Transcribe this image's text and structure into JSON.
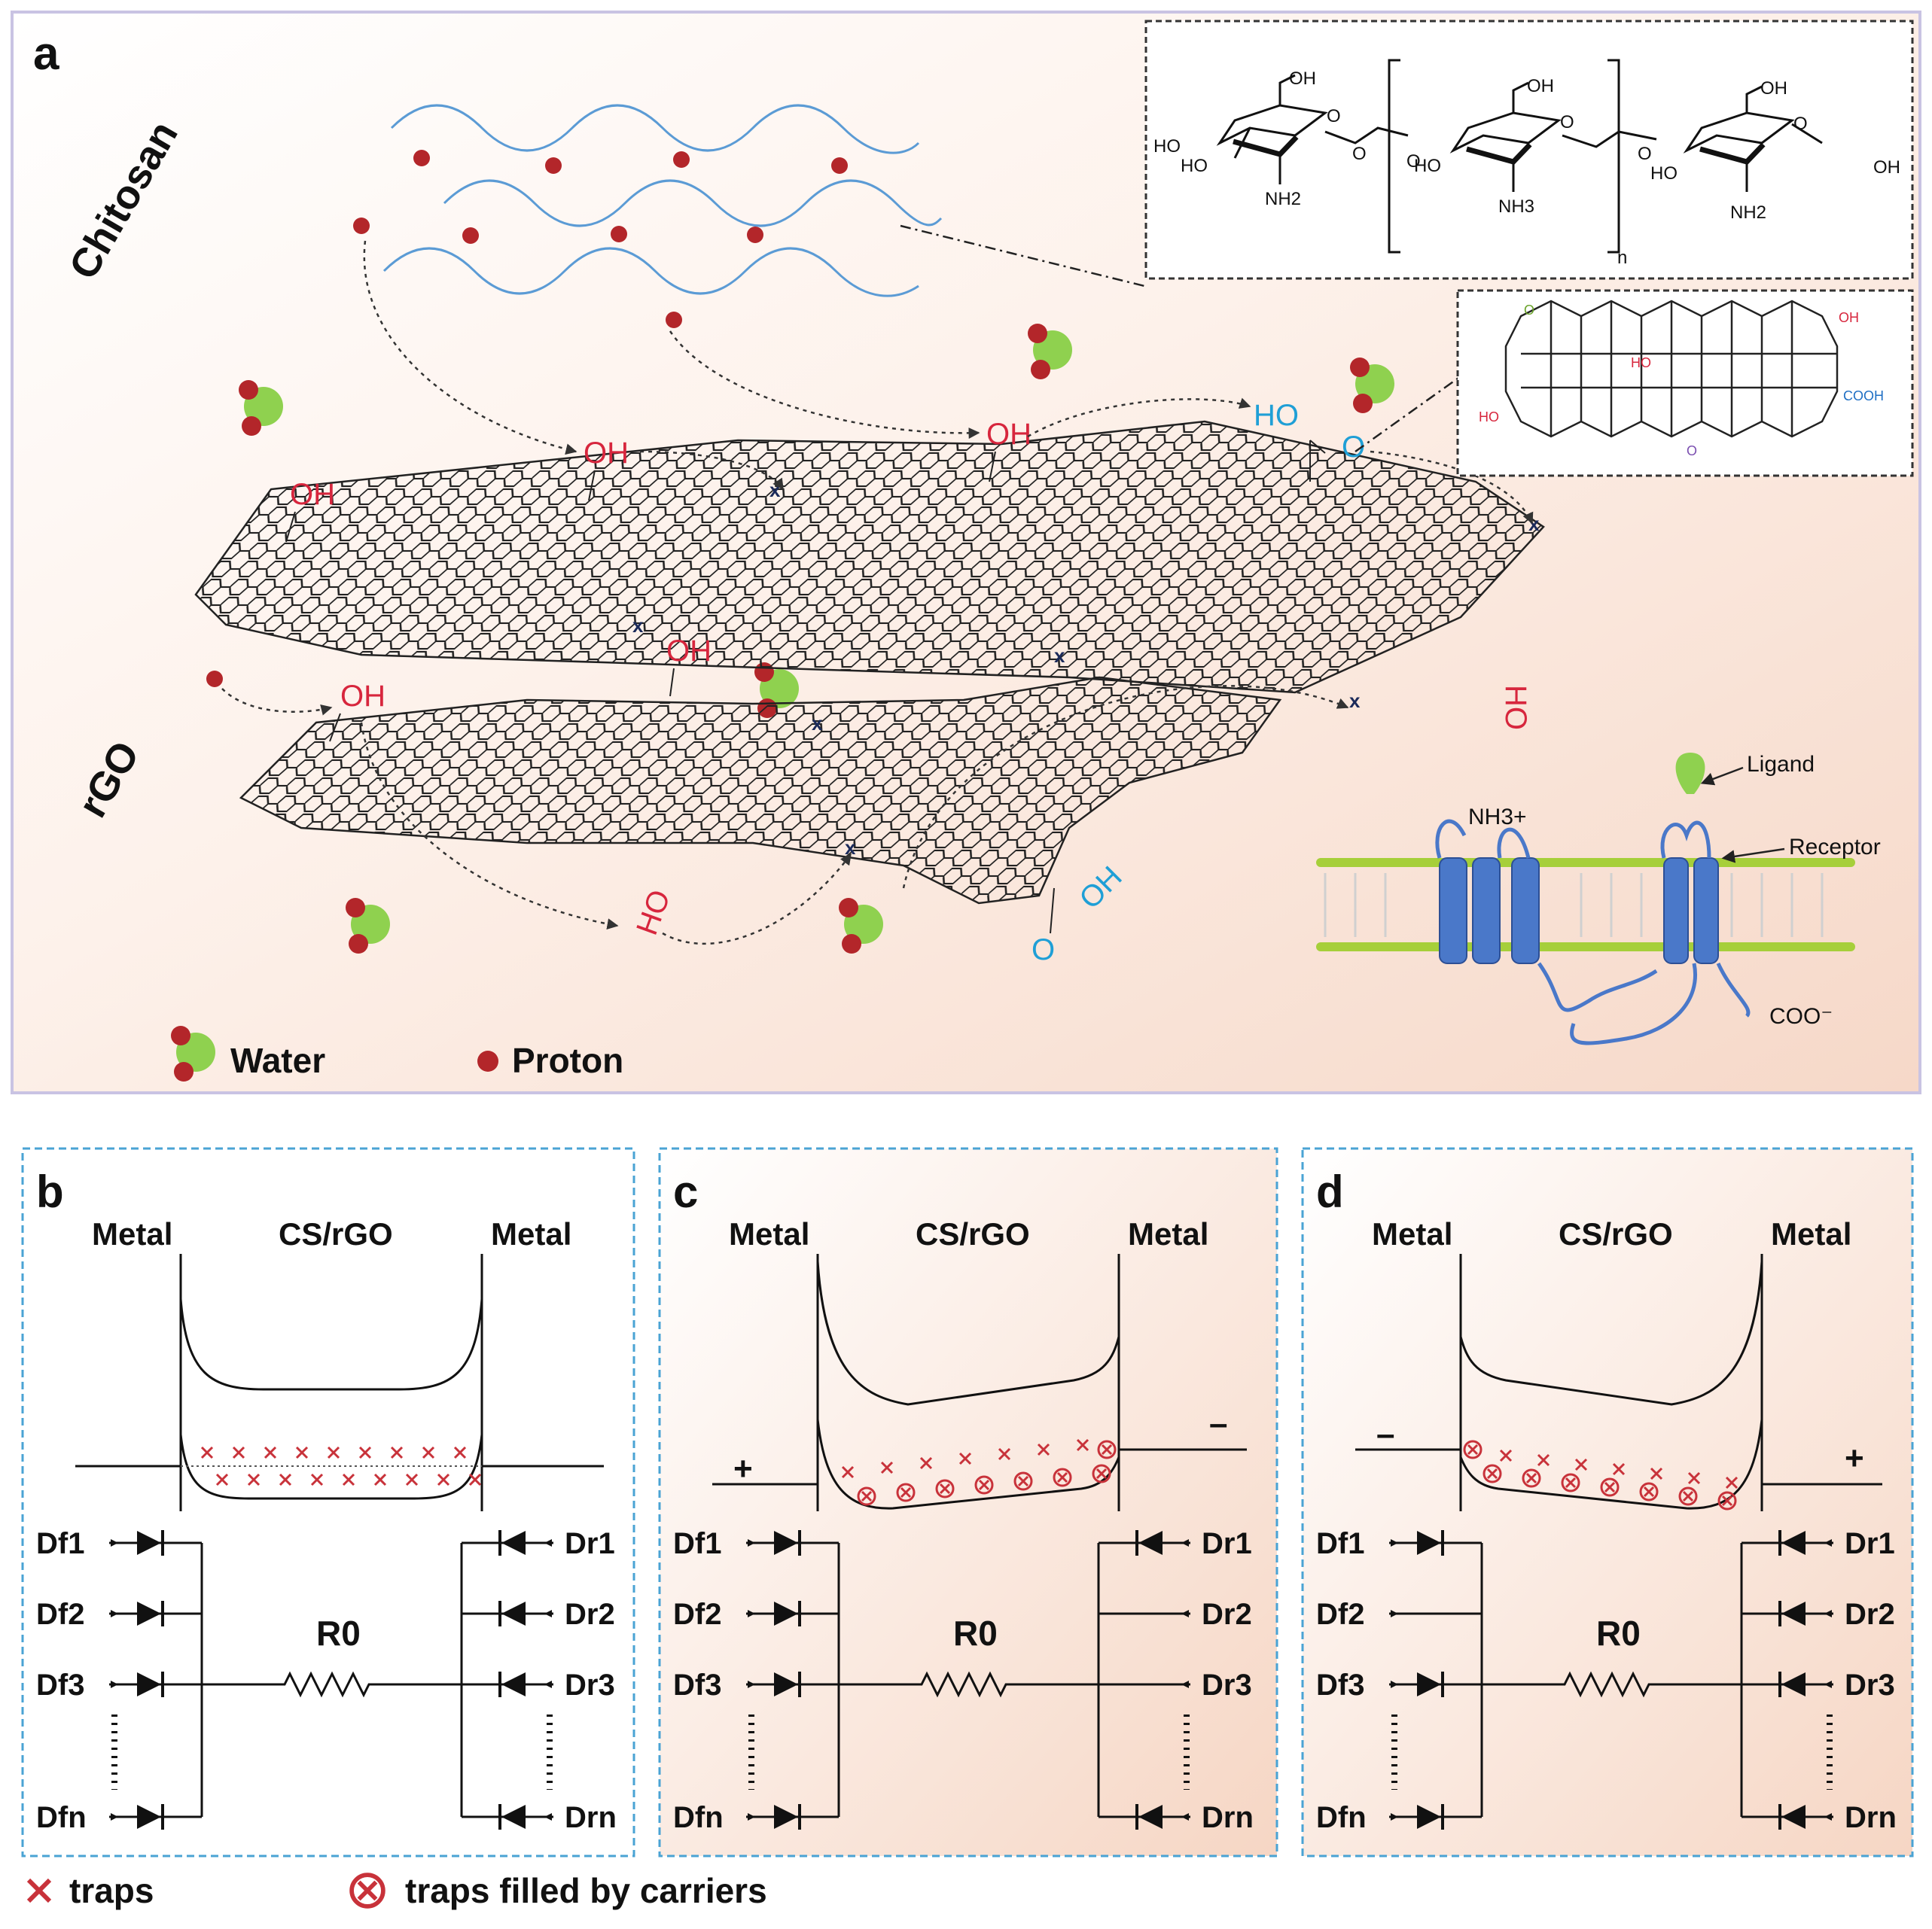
{
  "panels": {
    "a": {
      "label": "a",
      "left_label_top": "Chitosan",
      "left_label_bottom": "rGO",
      "oh": "OH",
      "ho": "HO",
      "ho_blue": "HO",
      "o_blue": "O",
      "oh_blue": "OH",
      "cross": "x",
      "chitosan_formula": {
        "oh": "OH",
        "ho": "HO",
        "o": "O",
        "nh2": "NH2",
        "nh3": "NH3",
        "n": "n"
      },
      "go_formula": {
        "o": "O",
        "oh": "OH",
        "ho": "HO",
        "cooh": "COOH"
      },
      "membrane": {
        "nh3": "NH3+",
        "ligand": "Ligand",
        "receptor": "Receptor",
        "coo": "COO⁻"
      },
      "legend": {
        "water": "Water",
        "proton": "Proton"
      }
    },
    "circuits": [
      {
        "label": "b",
        "left": "Metal",
        "mid": "CS/rGO",
        "right": "Metal",
        "left_sign": "",
        "right_sign": "",
        "resistor": "R0",
        "left_diodes": [
          "Df1",
          "Df2",
          "Df3",
          "Dfn"
        ],
        "right_diodes": [
          "Dr1",
          "Dr2",
          "Dr3",
          "Drn"
        ]
      },
      {
        "label": "c",
        "left": "Metal",
        "mid": "CS/rGO",
        "right": "Metal",
        "left_sign": "+",
        "right_sign": "–",
        "resistor": "R0",
        "left_diodes": [
          "Df1",
          "Df2",
          "Df3",
          "Dfn"
        ],
        "right_diodes": [
          "Dr1",
          "Dr2",
          "Dr3",
          "Drn"
        ]
      },
      {
        "label": "d",
        "left": "Metal",
        "mid": "CS/rGO",
        "right": "Metal",
        "left_sign": "–",
        "right_sign": "+",
        "resistor": "R0",
        "left_diodes": [
          "Df1",
          "Df2",
          "Df3",
          "Dfn"
        ],
        "right_diodes": [
          "Dr1",
          "Dr2",
          "Dr3",
          "Drn"
        ]
      }
    ]
  },
  "legend_bottom": {
    "traps": "traps",
    "filled": "traps filled by carriers"
  },
  "colors": {
    "proton": "#b3262a",
    "water": "#8fd14f",
    "chitosan_wave": "#5b9bd5",
    "oh_red": "#d7263d",
    "blue_label": "#1f9fd6",
    "dashed_border": "#4aa3d4",
    "panel_a_border": "#c9c3e3",
    "membrane_green": "#a6cf3a",
    "protein_blue": "#4a78c9"
  }
}
